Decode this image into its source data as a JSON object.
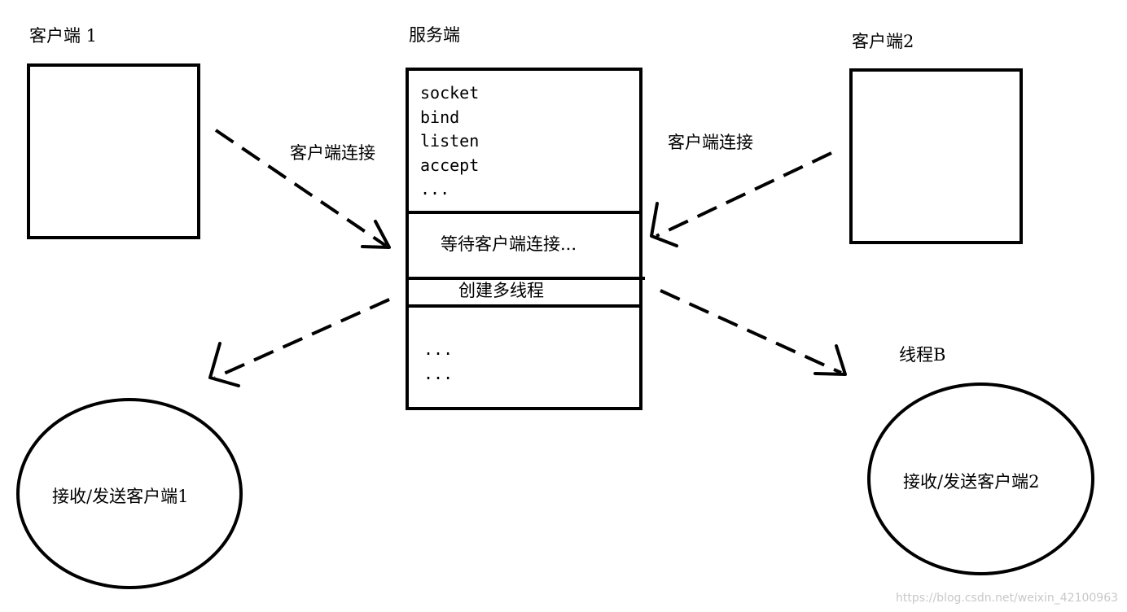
{
  "client1": {
    "title": "客户端 1"
  },
  "client2": {
    "title": "客户端2"
  },
  "server": {
    "title": "服务端",
    "code_lines": [
      "socket",
      "bind",
      "listen",
      "accept",
      "..."
    ],
    "waiting_label": "等待客户端连接...",
    "thread_label": "创建多线程",
    "more_lines": [
      "...",
      "..."
    ]
  },
  "edges": {
    "client1_connect": "客户端连接",
    "client2_connect": "客户端连接"
  },
  "thread_b": {
    "title": "线程B"
  },
  "handler1": {
    "label": "接收/发送客户端1"
  },
  "handler2": {
    "label": "接收/发送客户端2"
  },
  "watermark": "https://blog.csdn.net/weixin_42100963"
}
